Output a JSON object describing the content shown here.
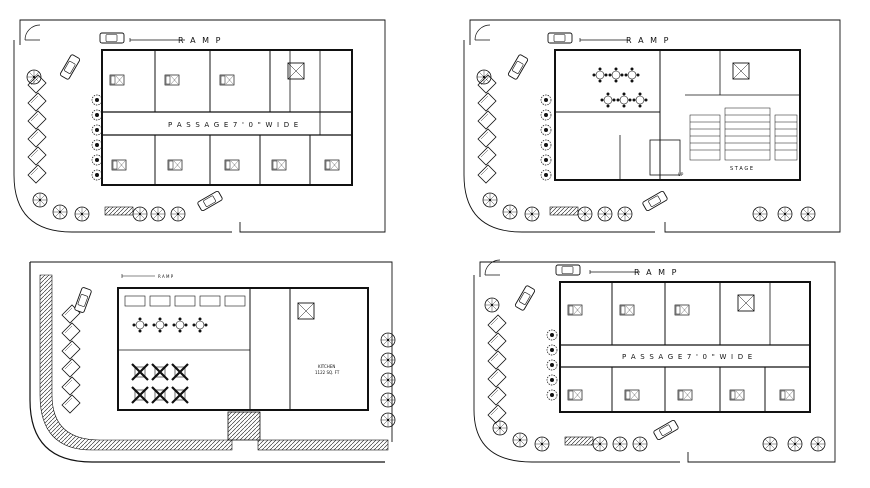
{
  "plans": [
    {
      "id": "plan-1",
      "ramp": "R A M P",
      "passage": "P A S S A G E  7 ' 0 \" W I D E"
    },
    {
      "id": "plan-2",
      "ramp": "R A M P",
      "stage": "S T A G E",
      "up": "UP"
    },
    {
      "id": "plan-3",
      "ramp": "R A M P",
      "kitchen_title": "KITCHEN",
      "kitchen_area": "1122 SQ. FT"
    },
    {
      "id": "plan-4",
      "ramp": "R A M P",
      "passage": "P A S S A G E  7 ' 0 \" W I D E"
    }
  ]
}
